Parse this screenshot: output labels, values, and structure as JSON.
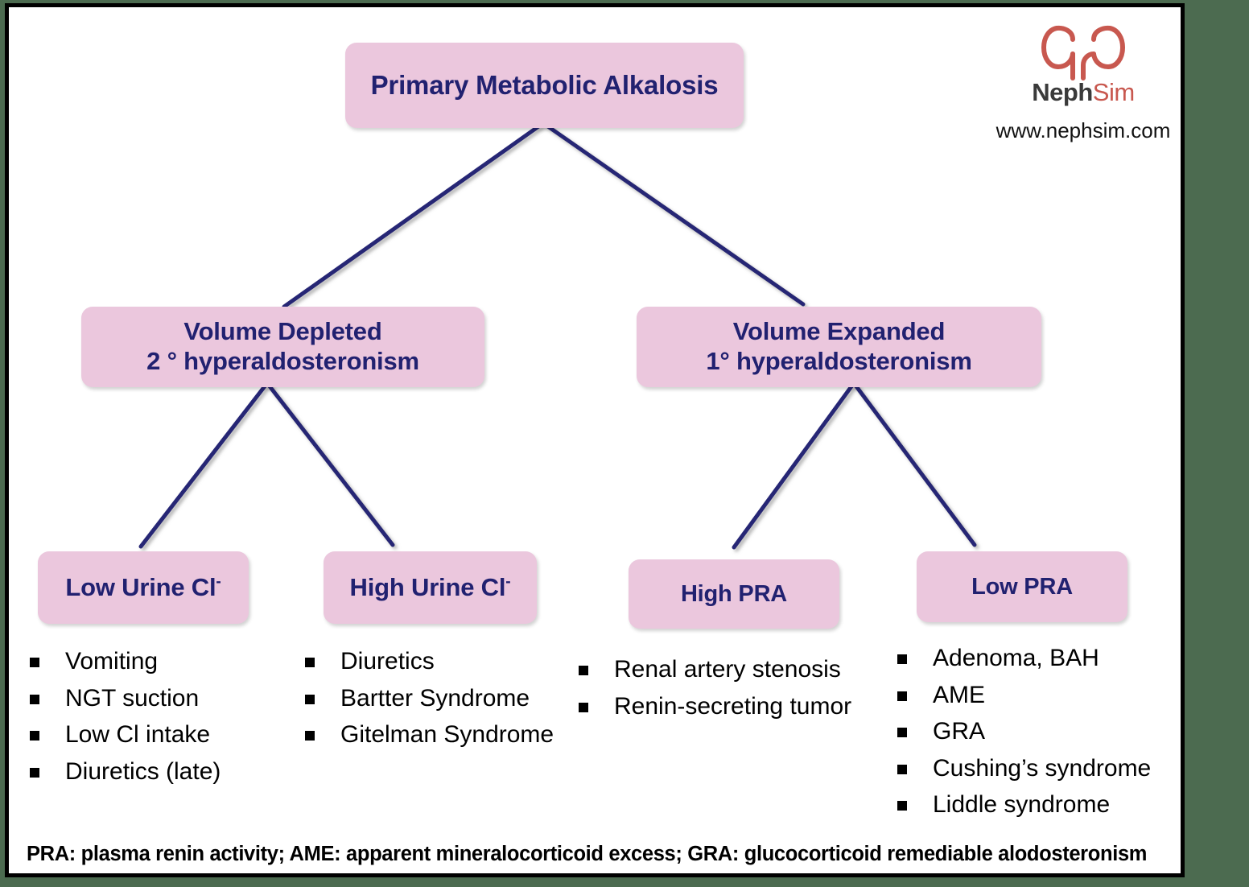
{
  "meta": {
    "outer_background": "#4c6b50",
    "card_background": "#ffffff",
    "card_border": "#000000",
    "node_fill": "#ebc7dd",
    "node_text": "#212170",
    "connector_color": "#272775",
    "bullet_text": "#000000"
  },
  "brand": {
    "logo_icon": "kidney-pair-icon",
    "name_part1": "Neph",
    "name_part2": "Sim",
    "url": "www.nephsim.com",
    "mark_color": "#c8584f",
    "word_color": "#3a3a3a"
  },
  "tree": {
    "root": {
      "label": "Primary Metabolic Alkalosis"
    },
    "level2": [
      {
        "line1": "Volume Depleted",
        "line2_prefix": "2 ",
        "line2_sym": "°",
        "line2_rest": " hyperaldosteronism"
      },
      {
        "line1": "Volume Expanded",
        "line2_prefix": "1",
        "line2_sym": "°",
        "line2_rest": " hyperaldosteronism"
      }
    ],
    "level3": [
      {
        "label": "Low Urine Cl",
        "sup": "-"
      },
      {
        "label": "High Urine Cl",
        "sup": "-"
      },
      {
        "label": "High PRA",
        "sup": ""
      },
      {
        "label": "Low PRA",
        "sup": ""
      }
    ]
  },
  "lists": {
    "low_urine_cl": [
      "Vomiting",
      "NGT suction",
      "Low Cl intake",
      "Diuretics (late)"
    ],
    "high_urine_cl": [
      "Diuretics",
      "Bartter Syndrome",
      "Gitelman Syndrome"
    ],
    "high_pra": [
      "Renal artery stenosis",
      "Renin-secreting tumor"
    ],
    "low_pra": [
      "Adenoma, BAH",
      "AME",
      "GRA",
      "Cushing’s syndrome",
      "Liddle syndrome"
    ]
  },
  "footer": {
    "note": "PRA: plasma renin activity; AME: apparent mineralocorticoid excess; GRA: glucocorticoid remediable alodosteronism"
  }
}
